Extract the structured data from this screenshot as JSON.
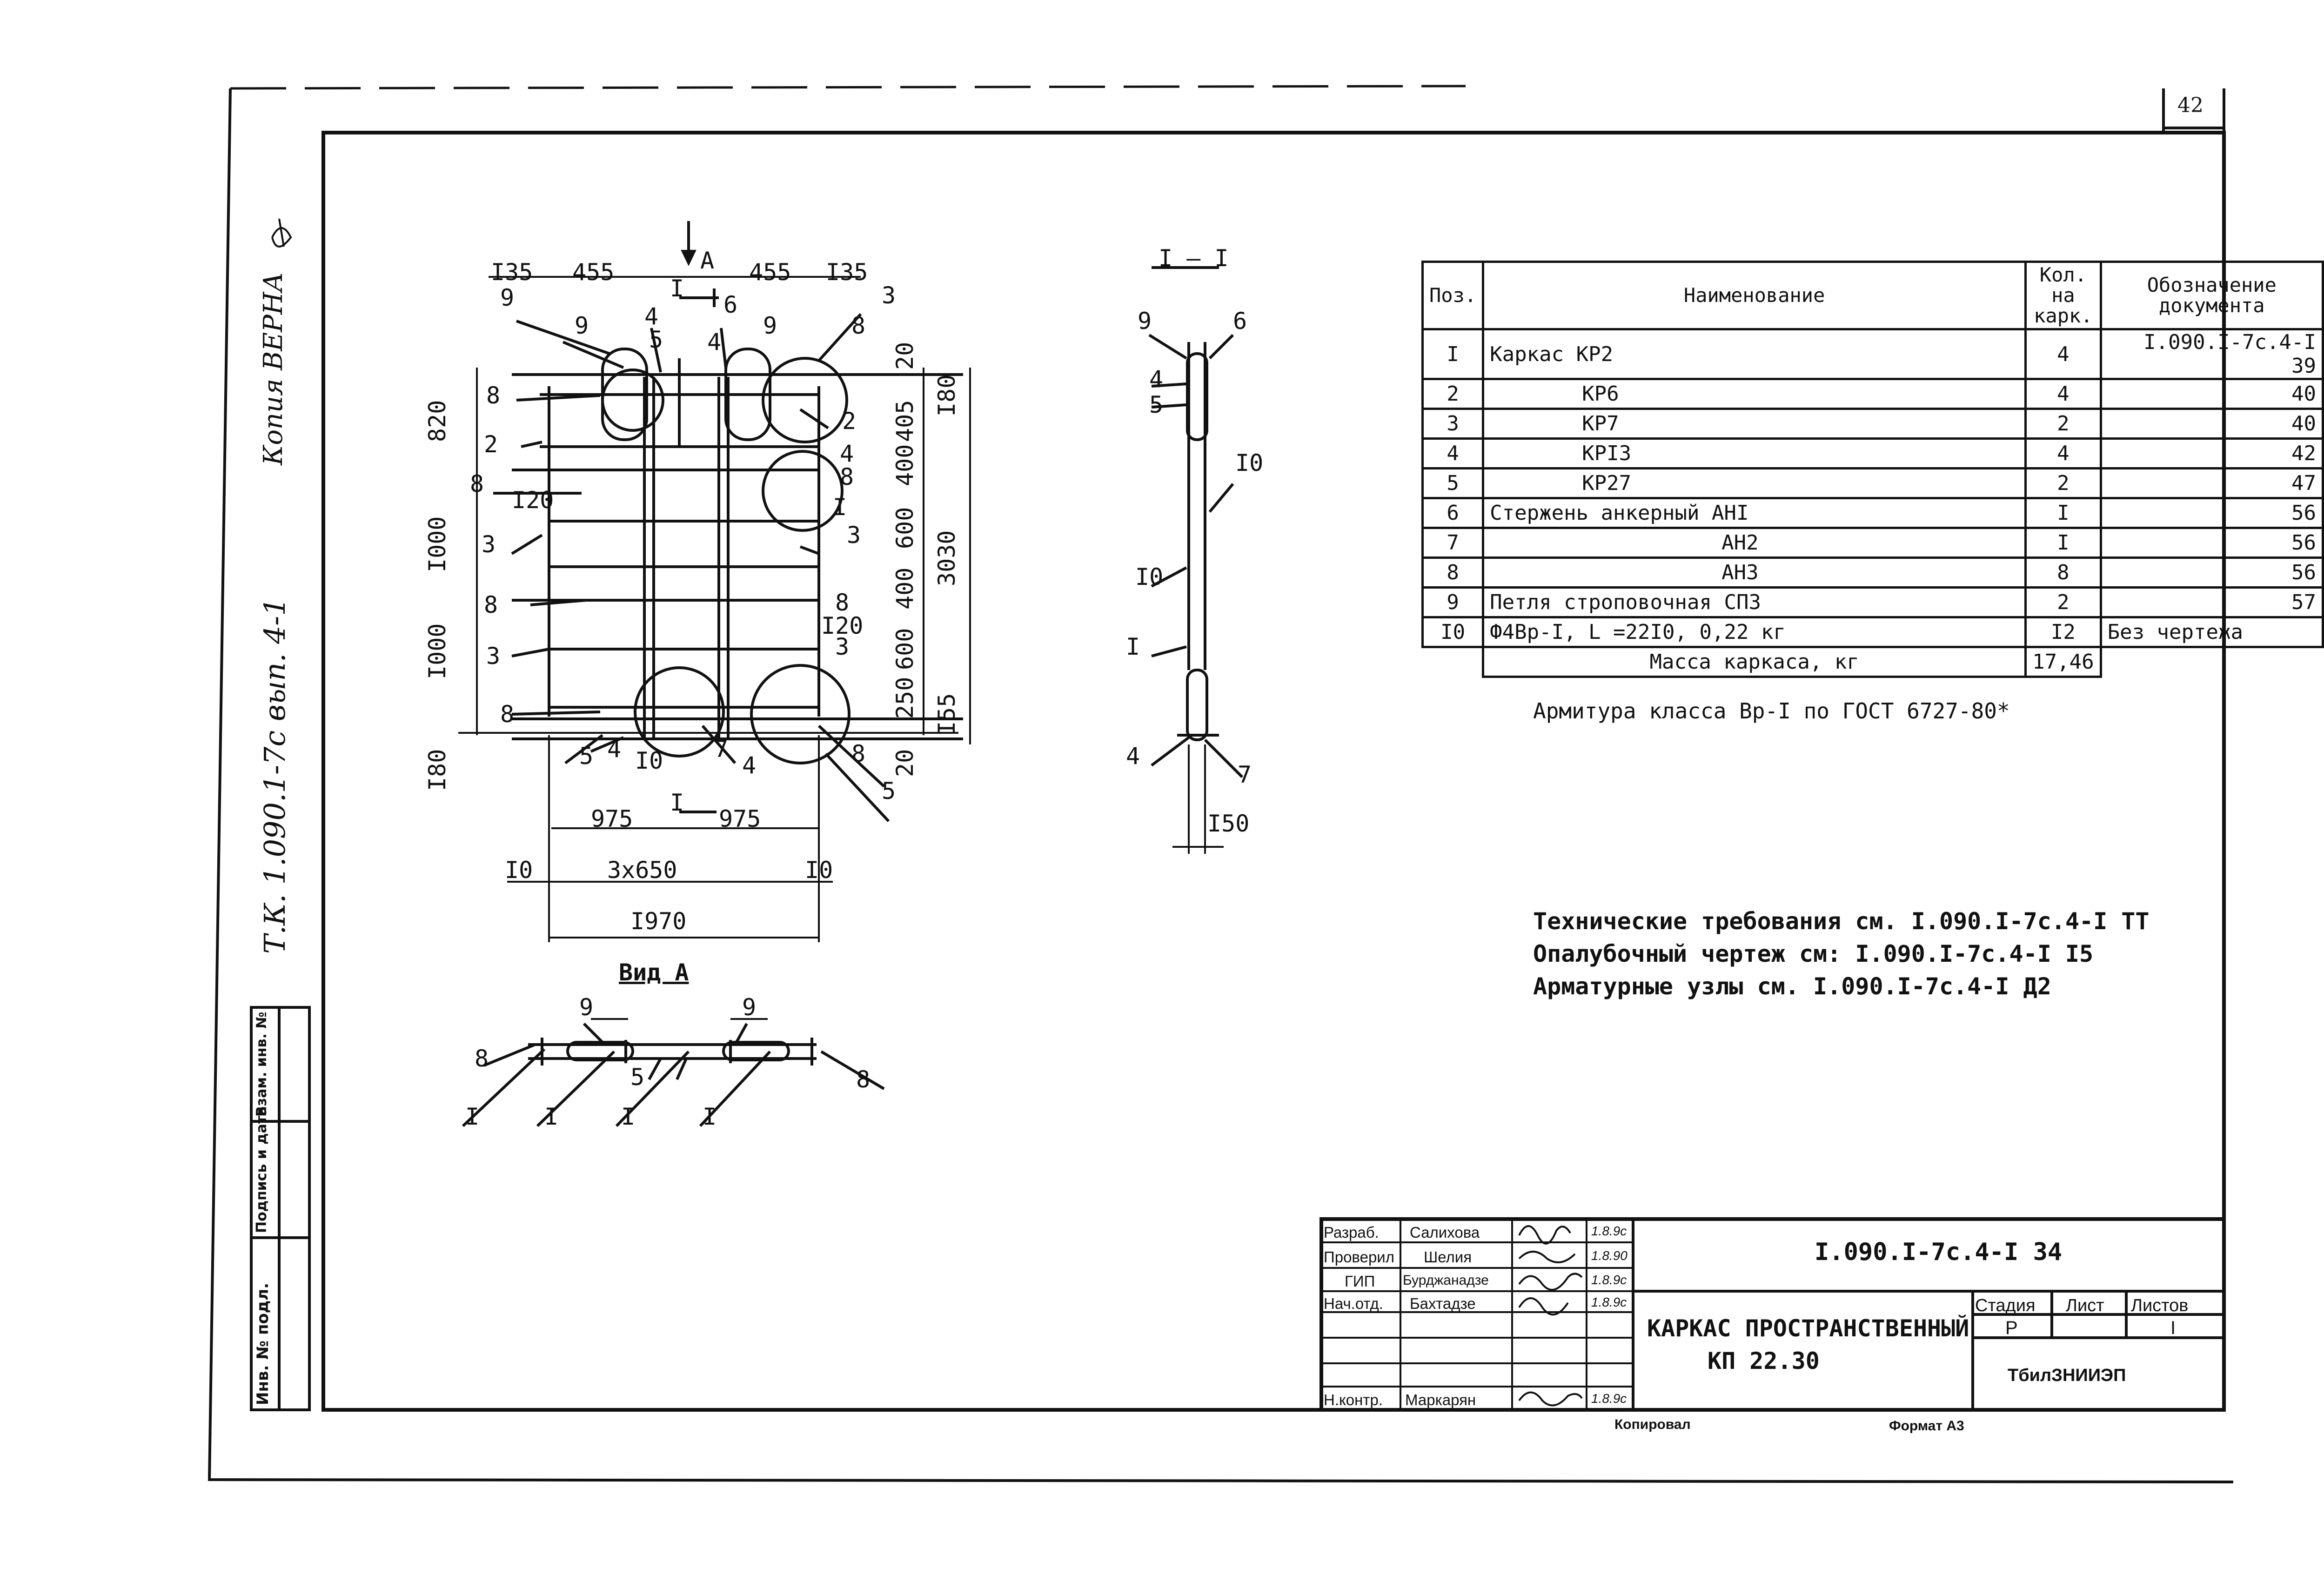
{
  "page_number": "42",
  "side_stamp": {
    "copy_note": "Копия ВЕРНА",
    "series": "Т.К. 1.090.1-7с вып. 4-1"
  },
  "left_strip": [
    "Инв. № подл.",
    "Подпись и дата",
    "Взам. инв. №"
  ],
  "plan_view": {
    "dimensions_top": [
      "I35",
      "455",
      "455",
      "I35"
    ],
    "section_mark_top": "A",
    "section_mark_I": "I",
    "dims_left": [
      "820",
      "I000",
      "I000",
      "I80"
    ],
    "dims_right": [
      "20",
      "405",
      "400",
      "600",
      "400",
      "600",
      "250",
      "20",
      "I80",
      "3030",
      "I55"
    ],
    "inner_dims": [
      "I20",
      "I20"
    ],
    "dims_bottom": [
      "975",
      "975",
      "I0",
      "3x650",
      "I0",
      "I970"
    ],
    "position_labels": [
      "9",
      "9",
      "4",
      "5",
      "6",
      "4",
      "9",
      "8",
      "3",
      "8",
      "2",
      "2",
      "4",
      "8",
      "8",
      "I",
      "3",
      "3",
      "8",
      "3",
      "8",
      "3",
      "5",
      "4",
      "I0",
      "7",
      "4",
      "8",
      "8",
      "5"
    ]
  },
  "section_view": {
    "title": "I – I",
    "labels": [
      "9",
      "6",
      "4",
      "5",
      "I0",
      "I0",
      "I",
      "4",
      "7",
      "I50"
    ]
  },
  "view_a": {
    "title": "Вид А",
    "labels": [
      "9",
      "9",
      "8",
      "5",
      "8",
      "I",
      "I",
      "I",
      "I"
    ]
  },
  "spec_table": {
    "headers": [
      "Поз.",
      "Наименование",
      "Кол. на карк.",
      "Обозначение документа"
    ],
    "rows": [
      {
        "pos": "I",
        "name": "Каркас КР2",
        "qty": "4",
        "doc": "I.090.I-7с.4-I 39"
      },
      {
        "pos": "2",
        "name": "КР6",
        "qty": "4",
        "doc": "40"
      },
      {
        "pos": "3",
        "name": "КР7",
        "qty": "2",
        "doc": "40"
      },
      {
        "pos": "4",
        "name": "КРI3",
        "qty": "4",
        "doc": "42"
      },
      {
        "pos": "5",
        "name": "КР27",
        "qty": "2",
        "doc": "47"
      },
      {
        "pos": "6",
        "name": "Стержень анкерный  АНI",
        "qty": "I",
        "doc": "56"
      },
      {
        "pos": "7",
        "name": "АН2",
        "qty": "I",
        "doc": "56"
      },
      {
        "pos": "8",
        "name": "АН3",
        "qty": "8",
        "doc": "56"
      },
      {
        "pos": "9",
        "name": "Петля строповочная СПЗ",
        "qty": "2",
        "doc": "57"
      },
      {
        "pos": "I0",
        "name": "Ф4Вр-I, L =22I0, 0,22 кг",
        "qty": "I2",
        "doc": "Без чертежа"
      }
    ],
    "mass_label": "Масса каркаса, кг",
    "mass_value": "17,46"
  },
  "notes": {
    "armature": "Армитура класса Вр-I по ГОСТ 6727-80*",
    "tech": "Технические требования см. I.090.I-7с.4-I ТТ",
    "formwork": "Опалубочный чертеж см: I.090.I-7с.4-I I5",
    "nodes": "Арматурные узлы см. I.090.I-7с.4-I Д2"
  },
  "title_block": {
    "code": "I.090.I-7с.4-I 34",
    "name_line1": "КАРКАС ПРОСТРАНСТВЕННЫЙ",
    "name_line2": "КП 22.30",
    "stage_header": "Стадия",
    "sheet_header": "Лист",
    "sheets_header": "Листов",
    "stage": "Р",
    "sheet": "",
    "sheets": "I",
    "org": "ТбилЗНИИЭП",
    "roles": [
      {
        "role": "Разраб.",
        "name": "Салихова",
        "date": "1.8.9с"
      },
      {
        "role": "Проверил",
        "name": "Шелия",
        "date": "1.8.90"
      },
      {
        "role": "ГИП",
        "name": "Бурджанадзе",
        "date": "1.8.9с"
      },
      {
        "role": "Нач.отд.",
        "name": "Бахтадзе",
        "date": "1.8.9с"
      },
      {
        "role": "",
        "name": "",
        "date": ""
      },
      {
        "role": "",
        "name": "",
        "date": ""
      },
      {
        "role": "Н.контр.",
        "name": "Маркарян",
        "date": "1.8.9с"
      }
    ]
  },
  "footer": {
    "copied": "Копировал",
    "format": "Формат А3"
  }
}
